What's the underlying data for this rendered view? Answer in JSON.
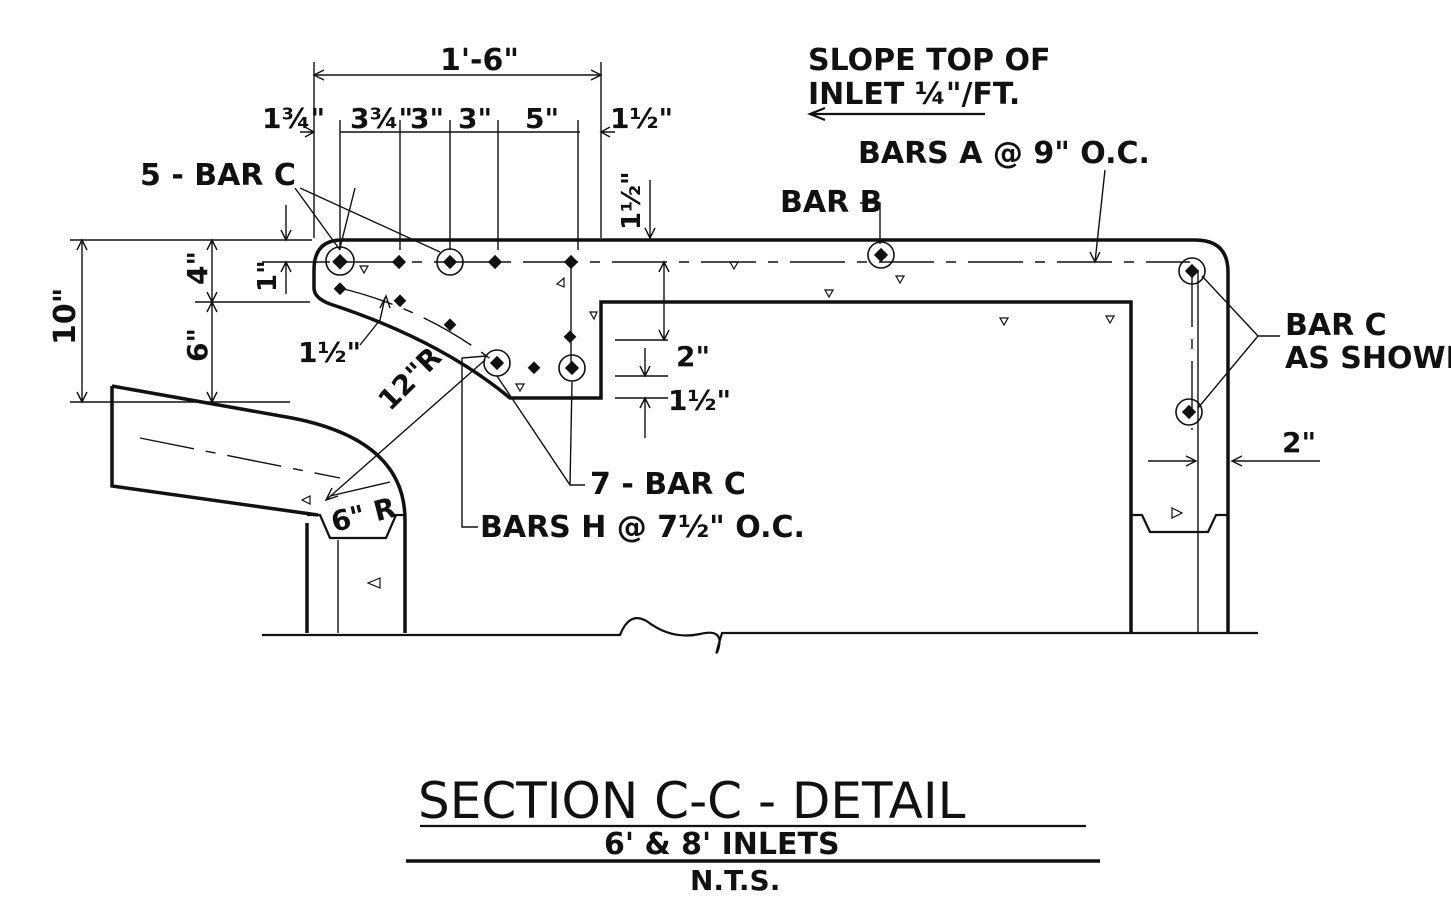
{
  "drawing": {
    "title": "SECTION C-C - DETAIL",
    "subtitle": "6' & 8' INLETS",
    "scale_note": "N.T.S.",
    "colors": {
      "ink": "#111111",
      "paper": "#ffffff"
    }
  },
  "dimensions": {
    "overall_top": "1'-6\"",
    "left_cover": "1¾\"",
    "spacing_1": "3¾\"",
    "spacing_2": "3\"",
    "spacing_3": "3\"",
    "spacing_4": "5\"",
    "right_cover": "1½\"",
    "top_cover_vertical": "1½\"",
    "total_height": "10\"",
    "upper_height": "4\"",
    "lower_height": "6\"",
    "bar_offset": "1\"",
    "curve_cover": "1½\"",
    "curve_radius": "12\"R",
    "small_radius": "6\" R",
    "lip_height": "2\"",
    "lip_cover": "1½\"",
    "wall_thickness": "2\""
  },
  "notes": {
    "slope_line1": "SLOPE TOP OF",
    "slope_line2": "INLET ¼\"/FT.",
    "bars_a": "BARS A @ 9\" O.C.",
    "bar_b": "BAR B",
    "five_bar_c": "5 - BAR C",
    "seven_bar_c": "7 - BAR C",
    "bars_h": "BARS H @ 7½\" O.C.",
    "bar_c_line1": "BAR C",
    "bar_c_line2": "AS SHOWN"
  }
}
